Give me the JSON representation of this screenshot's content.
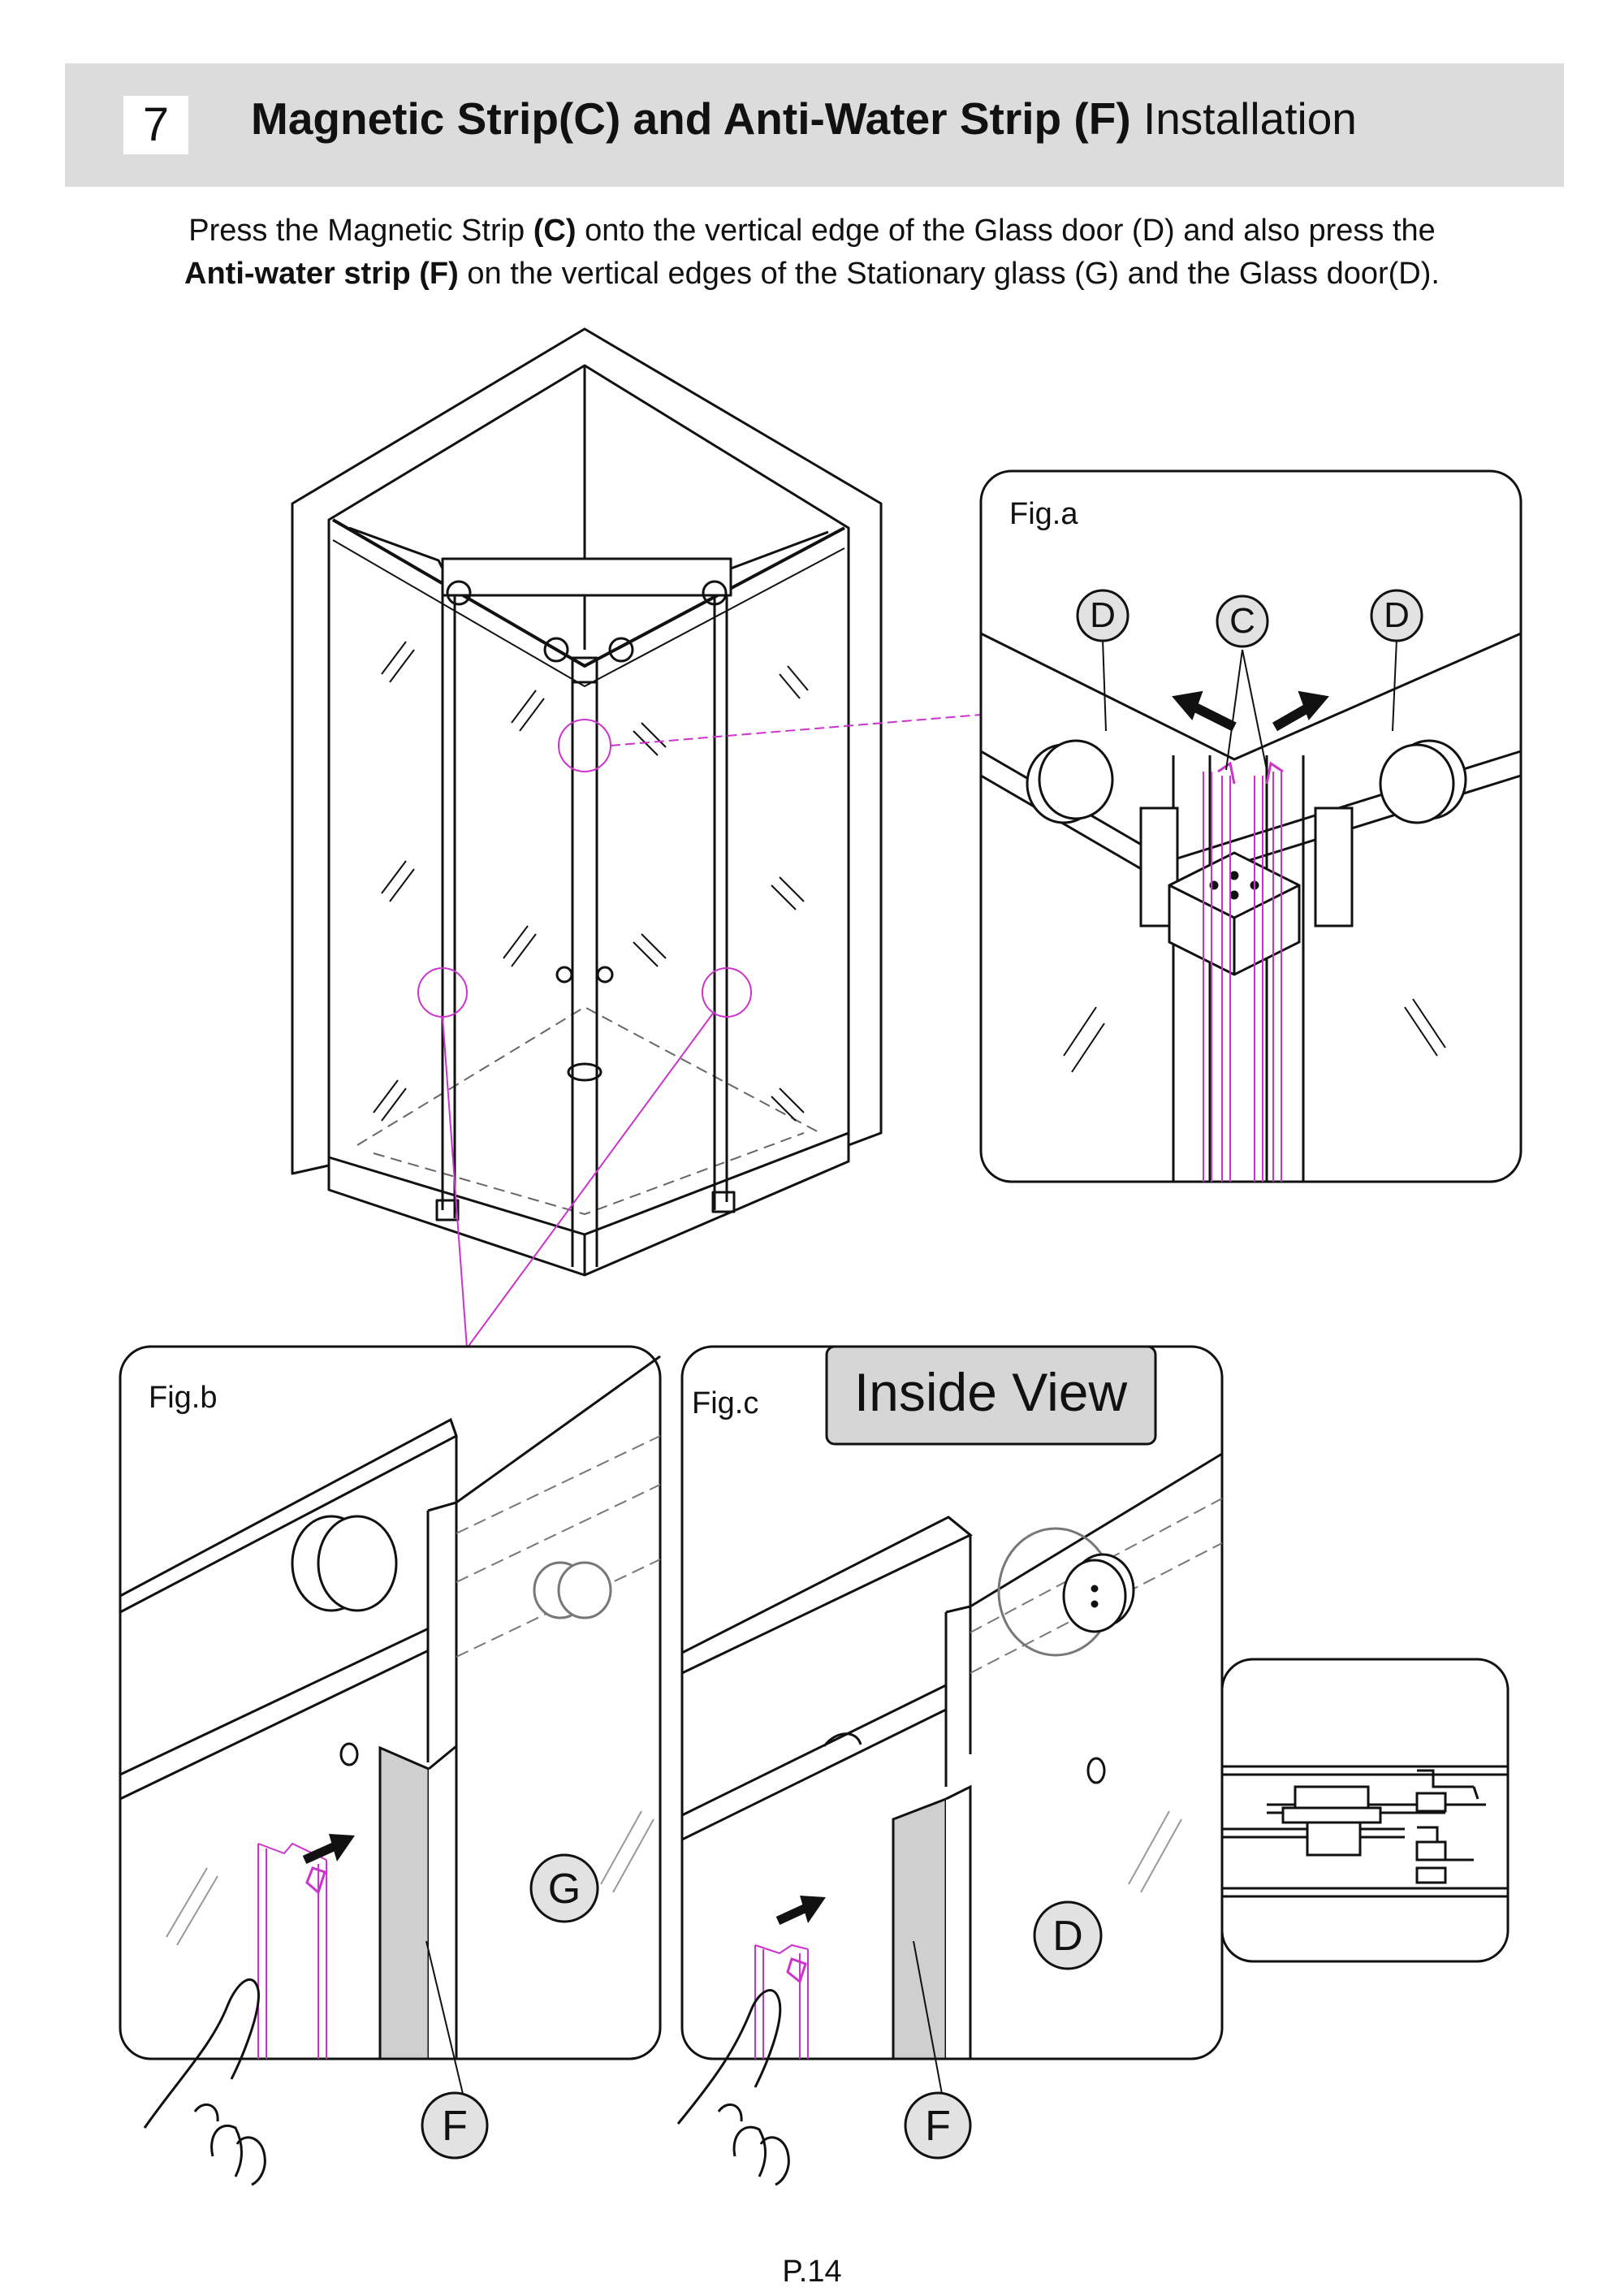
{
  "header": {
    "step_number": "7",
    "title_bold": "Magnetic Strip(C) and Anti-Water Strip (F)",
    "title_regular": "Installation"
  },
  "instructions": {
    "line1_a": "Press the Magnetic Strip ",
    "line1_b": "(C)",
    "line1_c": " onto the vertical edge of the Glass door (D) and also press the",
    "line2_a": "Anti-water strip (F)",
    "line2_b": " on the vertical edges of the Stationary glass (G) and the Glass door(D)."
  },
  "figures": {
    "fig_a": {
      "label": "Fig.a",
      "callouts": [
        "D",
        "C",
        "D"
      ]
    },
    "fig_b": {
      "label": "Fig.b",
      "callouts": [
        "G",
        "F"
      ]
    },
    "fig_c": {
      "label": "Fig.c",
      "badge": "Inside View",
      "callouts": [
        "D",
        "F"
      ]
    }
  },
  "colors": {
    "line": "#111111",
    "leader": "#cc33cc",
    "strip_fill": "#cfcfcf",
    "callout_fill": "#e2e2e2",
    "header_band": "#dcdcdc"
  },
  "footer": {
    "page": "P.14"
  }
}
